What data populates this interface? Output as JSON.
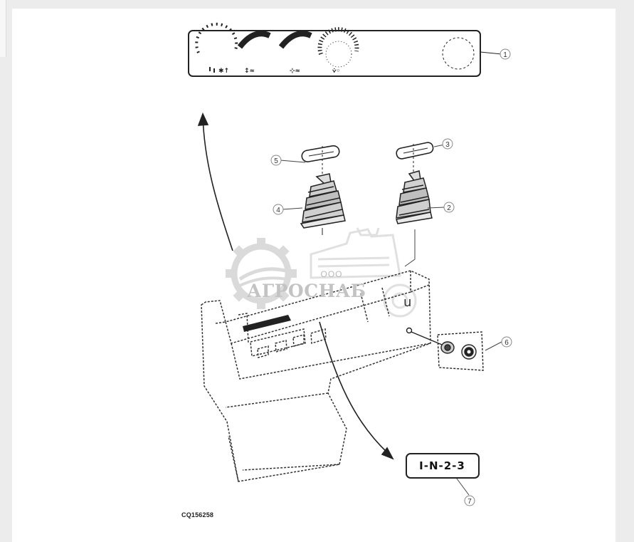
{
  "figure": {
    "code": "CQ156258",
    "gear_pattern_label": "I-N-2-3",
    "stray_mark": "u",
    "callouts": [
      {
        "number": "1",
        "part": "instrument-panel-decal"
      },
      {
        "number": "2",
        "part": "right-lever-boot"
      },
      {
        "number": "3",
        "part": "right-lever-plate"
      },
      {
        "number": "4",
        "part": "left-lever-boot"
      },
      {
        "number": "5",
        "part": "left-lever-plate"
      },
      {
        "number": "6",
        "part": "switch-plug"
      },
      {
        "number": "7",
        "part": "gear-pattern-decal"
      }
    ]
  },
  "watermark": {
    "prefix": "ООО",
    "brand": "АГРОСНАБ",
    "color": "#bdbdbd"
  },
  "colors": {
    "line": "#222222",
    "callout_circle": "#888888",
    "background": "#ececec",
    "panel": "#ffffff"
  }
}
